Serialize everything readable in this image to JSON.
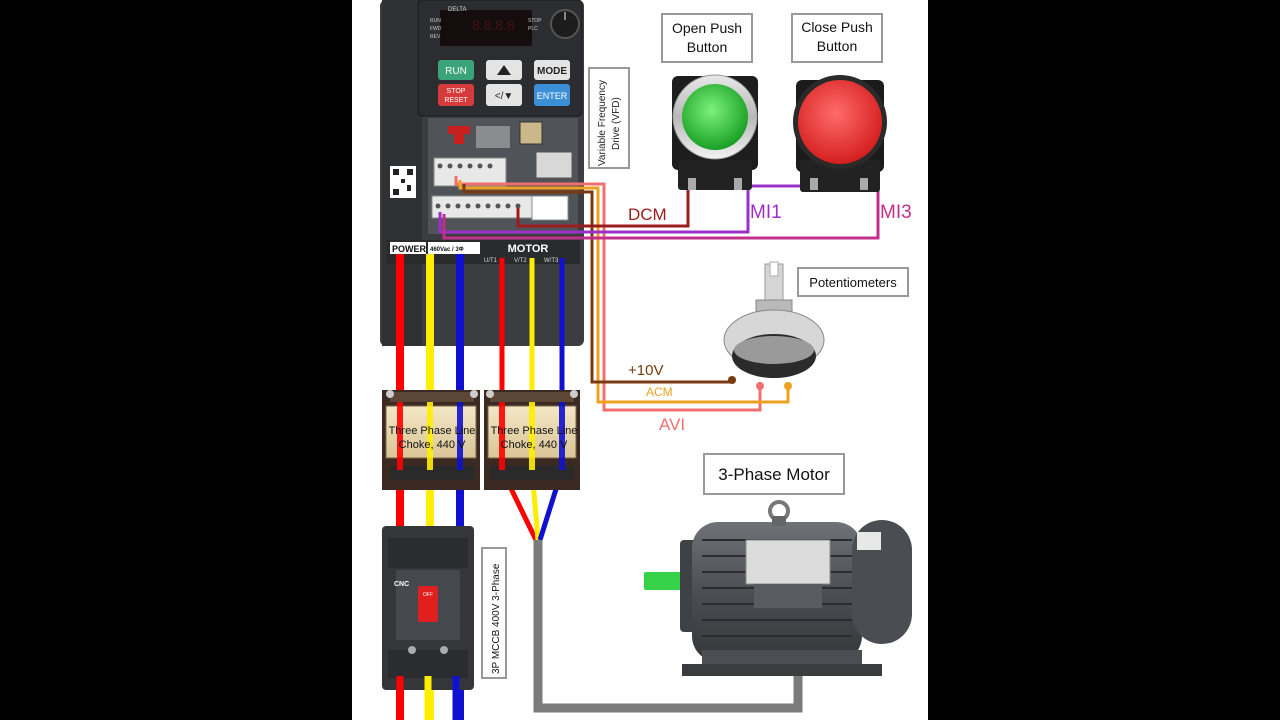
{
  "vfd": {
    "brand": "DELTA",
    "buttons": {
      "run": "RUN",
      "stop_reset_line1": "STOP",
      "stop_reset_line2": "RESET",
      "mode": "MODE",
      "enter": "ENTER",
      "shift": "</▼"
    },
    "status_leds": [
      "RUN",
      "FWD",
      "REV"
    ],
    "right_leds": [
      "STOP",
      "PLC"
    ],
    "power_label": "POWER",
    "power_rating": "460Vac / 3Φ",
    "motor_label": "MOTOR",
    "motor_terminals": [
      "U/T1",
      "V/T2",
      "W/T3"
    ],
    "label_line1": "Variable Frequency",
    "label_line2": "Drive (VFD)"
  },
  "open_button": {
    "line1": "Open Push",
    "line2": "Button"
  },
  "close_button": {
    "line1": "Close Push",
    "line2": "Button"
  },
  "terminals": {
    "dcm": "DCM",
    "mi1": "MI1",
    "mi3": "MI3"
  },
  "potentiometer": {
    "title": "Potentiometers",
    "v10": "+10V",
    "acm": "ACM",
    "avi": "AVI"
  },
  "chokes": {
    "line1": "Three Phase Line",
    "line2": "Choke, 440 V"
  },
  "motor": {
    "title": "3-Phase Motor"
  },
  "mccb": {
    "label": "3P MCCB 400V 3-Phase",
    "brand": "CNC",
    "switch": "OFF"
  },
  "colors": {
    "phase_l1": "#ff0000",
    "phase_l2": "#ffee00",
    "phase_l3": "#1010d0",
    "dcm_wire": "#9b1c1c",
    "mi1_wire": "#9b30c8",
    "mi3_wire": "#c0308a",
    "v10_wire": "#7a3a10",
    "acm_wire": "#f0a020",
    "avi_wire": "#f07070",
    "cable": "#7b7b7b",
    "button_green": "#2ecc40",
    "button_red": "#e62e2e"
  }
}
